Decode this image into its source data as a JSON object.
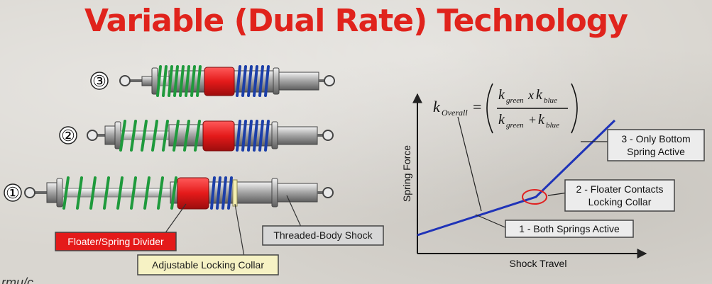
{
  "title": "Variable (Dual Rate) Technology",
  "shocks": [
    {
      "number": "③"
    },
    {
      "number": "②"
    },
    {
      "number": "①"
    }
  ],
  "labels": {
    "floater": "Floater/Spring Divider",
    "collar": "Adjustable Locking Collar",
    "threaded": "Threaded-Body Shock"
  },
  "graph": {
    "ylabel": "Spring Force",
    "xlabel": "Shock Travel",
    "formula": {
      "k": "k",
      "overall": "Overall",
      "eq": "=",
      "green": "green",
      "times": "x",
      "blue": "blue",
      "plus": "+"
    },
    "callouts": {
      "c1": "1 - Both Springs Active",
      "c2a": "2 - Floater Contacts",
      "c2b": "Locking Collar",
      "c3a": "3 - Only Bottom",
      "c3b": "Spring Active"
    }
  },
  "colors": {
    "title": "#e0231c",
    "green_spring": "#1f9a3c",
    "blue_spring": "#1c3fa8",
    "floater": "#e41a1a",
    "graph_line": "#1f33b8",
    "highlight_circle": "#e02020"
  },
  "bottom_text": "rmu/c"
}
